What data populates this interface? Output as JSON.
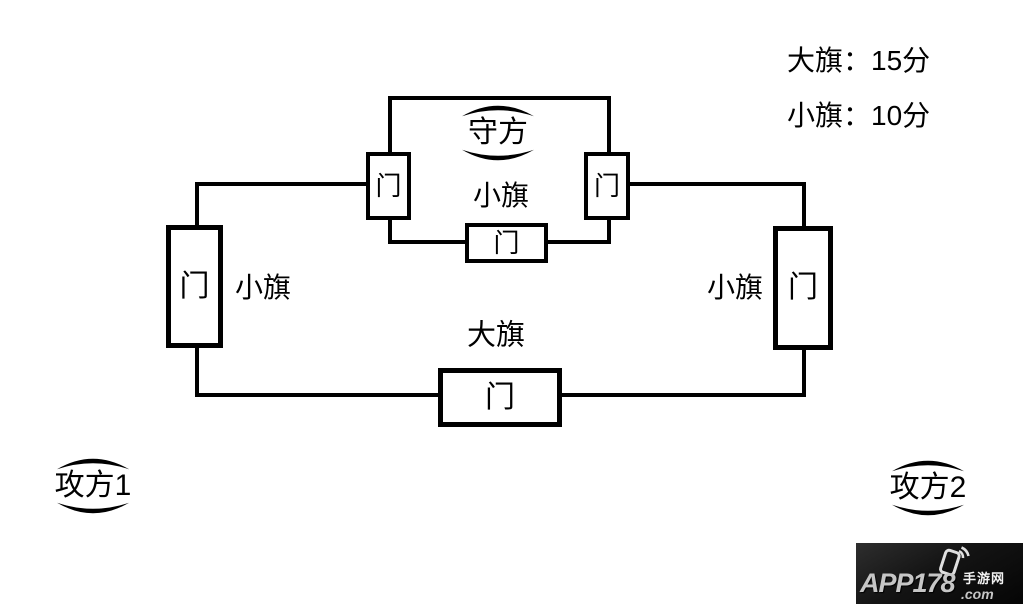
{
  "legend": {
    "big_flag_score": "大旗：15分",
    "small_flag_score": "小旗：10分"
  },
  "map": {
    "defender": "守方",
    "attacker_1": "攻方1",
    "attacker_2": "攻方2",
    "gate": "门",
    "small_flag": "小旗",
    "big_flag": "大旗"
  },
  "watermark": {
    "brand": "APP178",
    "site_name": "手游网",
    "domain_suffix": ".com",
    "icon": "phone-signal-icon"
  },
  "colors": {
    "line": "#000000",
    "background": "#ffffff",
    "watermark_background": "#141414",
    "watermark_text": "#c6c6c6"
  }
}
